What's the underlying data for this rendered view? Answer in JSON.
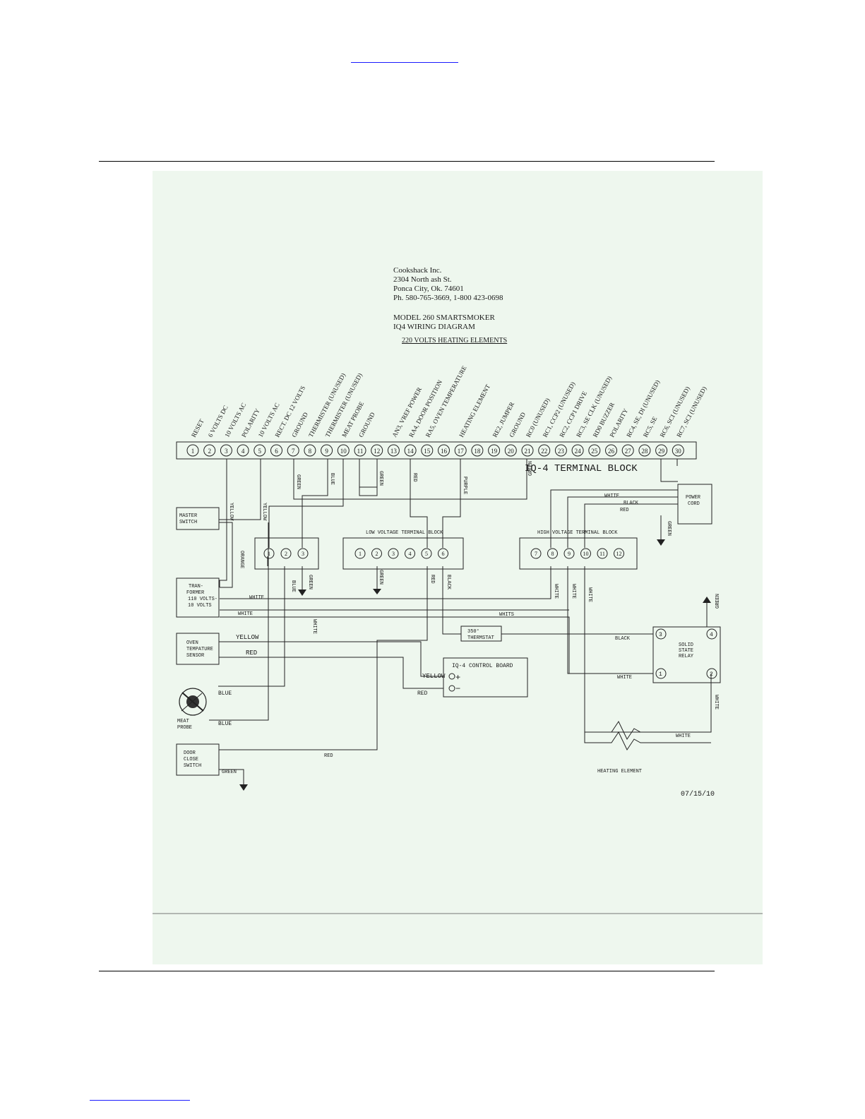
{
  "header": {
    "company": "Cookshack Inc.",
    "address1": "2304 North ash St.",
    "address2": "Ponca City, Ok. 74601",
    "phone": "Ph. 580-765-3669, 1-800 423-0698",
    "model": "MODEL 260 SMARTSMOKER",
    "diagram_title": "IQ4 WIRING DIAGRAM",
    "subtitle": "220 VOLTS HEATING ELEMENTS"
  },
  "terminal_block": {
    "title": "IQ-4 TERMINAL BLOCK",
    "terminals": [
      {
        "n": "1",
        "label": "RESET"
      },
      {
        "n": "2",
        "label": "6 VOLTS DC"
      },
      {
        "n": "3",
        "label": "10 VOLTS AC"
      },
      {
        "n": "4",
        "label": "POLARITY"
      },
      {
        "n": "5",
        "label": "10 VOLTS AC"
      },
      {
        "n": "6",
        "label": "RECT. DC 12 VOLTS"
      },
      {
        "n": "7",
        "label": "GROUND"
      },
      {
        "n": "8",
        "label": "THERMISTER (UNUSED)"
      },
      {
        "n": "9",
        "label": "THERMISTER (UNUSED)"
      },
      {
        "n": "10",
        "label": "MEAT PROBE"
      },
      {
        "n": "11",
        "label": "GROUND"
      },
      {
        "n": "12",
        "label": ""
      },
      {
        "n": "13",
        "label": "AN3, VREF POWER"
      },
      {
        "n": "14",
        "label": "RA4, DOOR POSITION"
      },
      {
        "n": "15",
        "label": "RA5, OVEN TEMPERATURE"
      },
      {
        "n": "16",
        "label": ""
      },
      {
        "n": "17",
        "label": "HEATING ELEMENT"
      },
      {
        "n": "18",
        "label": ""
      },
      {
        "n": "19",
        "label": "RE2, JUMPER"
      },
      {
        "n": "20",
        "label": "GROUND"
      },
      {
        "n": "21",
        "label": "RC0 (UNUSED)"
      },
      {
        "n": "22",
        "label": "RC1, CCP2 (UNUSED)"
      },
      {
        "n": "23",
        "label": "RC2, CCP1 DRIVE"
      },
      {
        "n": "24",
        "label": "RC3, SE CLK (UNUSED)"
      },
      {
        "n": "25",
        "label": "RD0 BUZZER"
      },
      {
        "n": "26",
        "label": "POLARITY"
      },
      {
        "n": "27",
        "label": "RC4, SE, DI (UNUSED)"
      },
      {
        "n": "28",
        "label": "RC5, SE"
      },
      {
        "n": "29",
        "label": "RC6, SCI (UNUSED)"
      },
      {
        "n": "30",
        "label": "RC7, SCI (UNUSED)"
      }
    ]
  },
  "blocks": {
    "low_voltage": {
      "title": "LOW VOLTAGE TERMINAL BLOCK",
      "terminals": [
        "1",
        "2",
        "3",
        "4",
        "5",
        "6"
      ]
    },
    "small_block": {
      "terminals": [
        "1",
        "2",
        "3"
      ]
    },
    "high_voltage": {
      "title": "HIGH VOLTAGE TERMINAL BLOCK",
      "terminals": [
        "7",
        "8",
        "9",
        "10",
        "11",
        "12"
      ]
    }
  },
  "components": {
    "master_switch": [
      "MASTER",
      "SWITCH"
    ],
    "transformer": [
      "TRAN-",
      "FORMER",
      "110 VOLTS-",
      "10 VOLTS"
    ],
    "oven_sensor": [
      "OVEN",
      "TEMPATURE",
      "SENSOR"
    ],
    "meat_probe": [
      "MEAT",
      "PROBE"
    ],
    "door_switch": [
      "DOOR",
      "CLOSE",
      "SWITCH"
    ],
    "power_cord": [
      "POWER",
      "CORD"
    ],
    "thermostat": [
      "350°",
      "THERMSTAT"
    ],
    "control_board": "IQ-4 CONTROL BOARD",
    "ssr": {
      "lines": [
        "SOLID",
        "STATE",
        "RELAY"
      ],
      "terminals": [
        "3",
        "4",
        "1",
        "2"
      ]
    },
    "heating_element": "HEATING ELEMENT",
    "plus": "+",
    "minus": "−"
  },
  "wires": {
    "yellow": "YELLOW",
    "green": "GREEN",
    "blue": "BLUE",
    "red": "RED",
    "purple": "PURPLE",
    "orange": "ORANGE",
    "white": "WHITE",
    "whits": "WHITS",
    "black": "BLACK"
  },
  "date": "07/15/10"
}
